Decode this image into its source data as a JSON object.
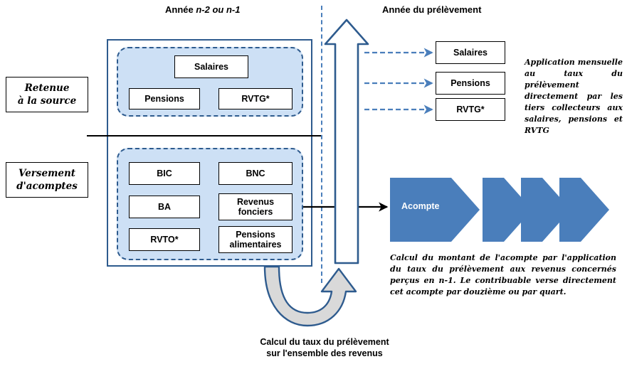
{
  "titles": {
    "left_prefix": "Année ",
    "left_italic": "n-2 ou n-1",
    "right": "Année du prélèvement"
  },
  "side_labels": {
    "retenue_line1": "Retenue",
    "retenue_line2": "à la source",
    "acomptes_line1": "Versement",
    "acomptes_line2": "d'acomptes"
  },
  "retenue_group": {
    "salaires": "Salaires",
    "pensions": "Pensions",
    "rvtg": "RVTG*"
  },
  "acompte_group": {
    "bic": "BIC",
    "bnc": "BNC",
    "ba": "BA",
    "revenus_fonciers": "Revenus fonciers",
    "rvto": "RVTO*",
    "pensions_alimentaires": "Pensions alimentaires"
  },
  "right_boxes": {
    "salaires": "Salaires",
    "pensions": "Pensions",
    "rvtg": "RVTG*"
  },
  "chevrons": {
    "acompte_label": "Acompte",
    "count": 4
  },
  "annotations": {
    "top_right": "Application mensuelle au taux du prélèvement directement par les tiers collecteurs aux salaires, pensions et RVTG",
    "bottom_right": "Calcul du montant de l'acompte par l'application du taux du prélèvement aux revenus concernés perçus en n-1. Le contribuable verse directement cet acompte par douzième ou par quart."
  },
  "caption": {
    "line1": "Calcul du taux du prélèvement",
    "line2": "sur l'ensemble des revenus"
  },
  "colors": {
    "dark_blue": "#2e5b8e",
    "medium_blue": "#4a7ebb",
    "light_blue_fill": "#cde0f5",
    "black": "#000000",
    "white": "#ffffff"
  }
}
